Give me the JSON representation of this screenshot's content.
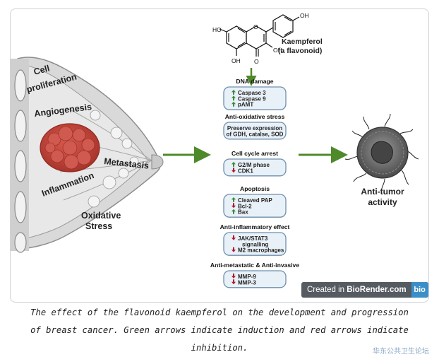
{
  "compound": {
    "name": "Kaempferol",
    "class": "(a flavonoid)",
    "groups": {
      "oh_top": "OH",
      "oh_left": "HO",
      "oh_right": "OH",
      "oh_bottom": "OH",
      "keto": "O",
      "ring_o": "O"
    }
  },
  "breast_labels": {
    "proliferation_1": "Cell",
    "proliferation_2": "proliferation",
    "angiogenesis": "Angiogenesis",
    "metastasis": "Metastasis",
    "inflammation": "Inflammation",
    "oxidative_1": "Oxidative",
    "oxidative_2": "Stress"
  },
  "effects": [
    {
      "heading": "DNA damage",
      "items": [
        {
          "arrow": "up",
          "text": "Caspase 3"
        },
        {
          "arrow": "up",
          "text": "Caspase 9"
        },
        {
          "arrow": "up",
          "text": "pAMT"
        }
      ]
    },
    {
      "heading": "Anti-oxidative stress",
      "items": [
        {
          "arrow": "none",
          "text": "Preserve expression"
        },
        {
          "arrow": "none",
          "text": "of GDH, catalse, SOD"
        }
      ]
    },
    {
      "heading": "Cell cycle arrest",
      "items": [
        {
          "arrow": "up",
          "text": "G2/M phase"
        },
        {
          "arrow": "down",
          "text": "CDK1"
        }
      ]
    },
    {
      "heading": "Apoptosis",
      "items": [
        {
          "arrow": "up",
          "text": "Cleaved PAP"
        },
        {
          "arrow": "down",
          "text": "Bcl-2"
        },
        {
          "arrow": "up",
          "text": "Bax"
        }
      ]
    },
    {
      "heading": "Anti-inflammatory effect",
      "items": [
        {
          "arrow": "down",
          "text": "JAK/STAT3"
        },
        {
          "arrow": "none",
          "text": "signalling"
        },
        {
          "arrow": "down",
          "text": "M2 macrophages"
        }
      ]
    },
    {
      "heading": "Anti-metastatic & Anti-invasive",
      "items": [
        {
          "arrow": "down",
          "text": "MMP-9"
        },
        {
          "arrow": "down",
          "text": "MMP-3"
        }
      ]
    }
  ],
  "outcome": {
    "line1": "Anti-tumor",
    "line2": "activity"
  },
  "badge": {
    "prefix": "Created in ",
    "brand": "BioRender.com",
    "logo": "bio"
  },
  "caption": {
    "line1": "The effect of the flavonoid kaempferol on the development and progression",
    "line2": "of breast cancer. Green arrows indicate induction and red arrows indicate",
    "line3": "inhibition."
  },
  "watermark": "华东公共卫生论坛",
  "colors": {
    "induction": "#3f8a3a",
    "inhibition": "#b0182d",
    "arrow": "#4e8a2a",
    "box_fill": "#e9f1f8",
    "box_stroke": "#6e8fad",
    "tumor": "#c8453b"
  }
}
